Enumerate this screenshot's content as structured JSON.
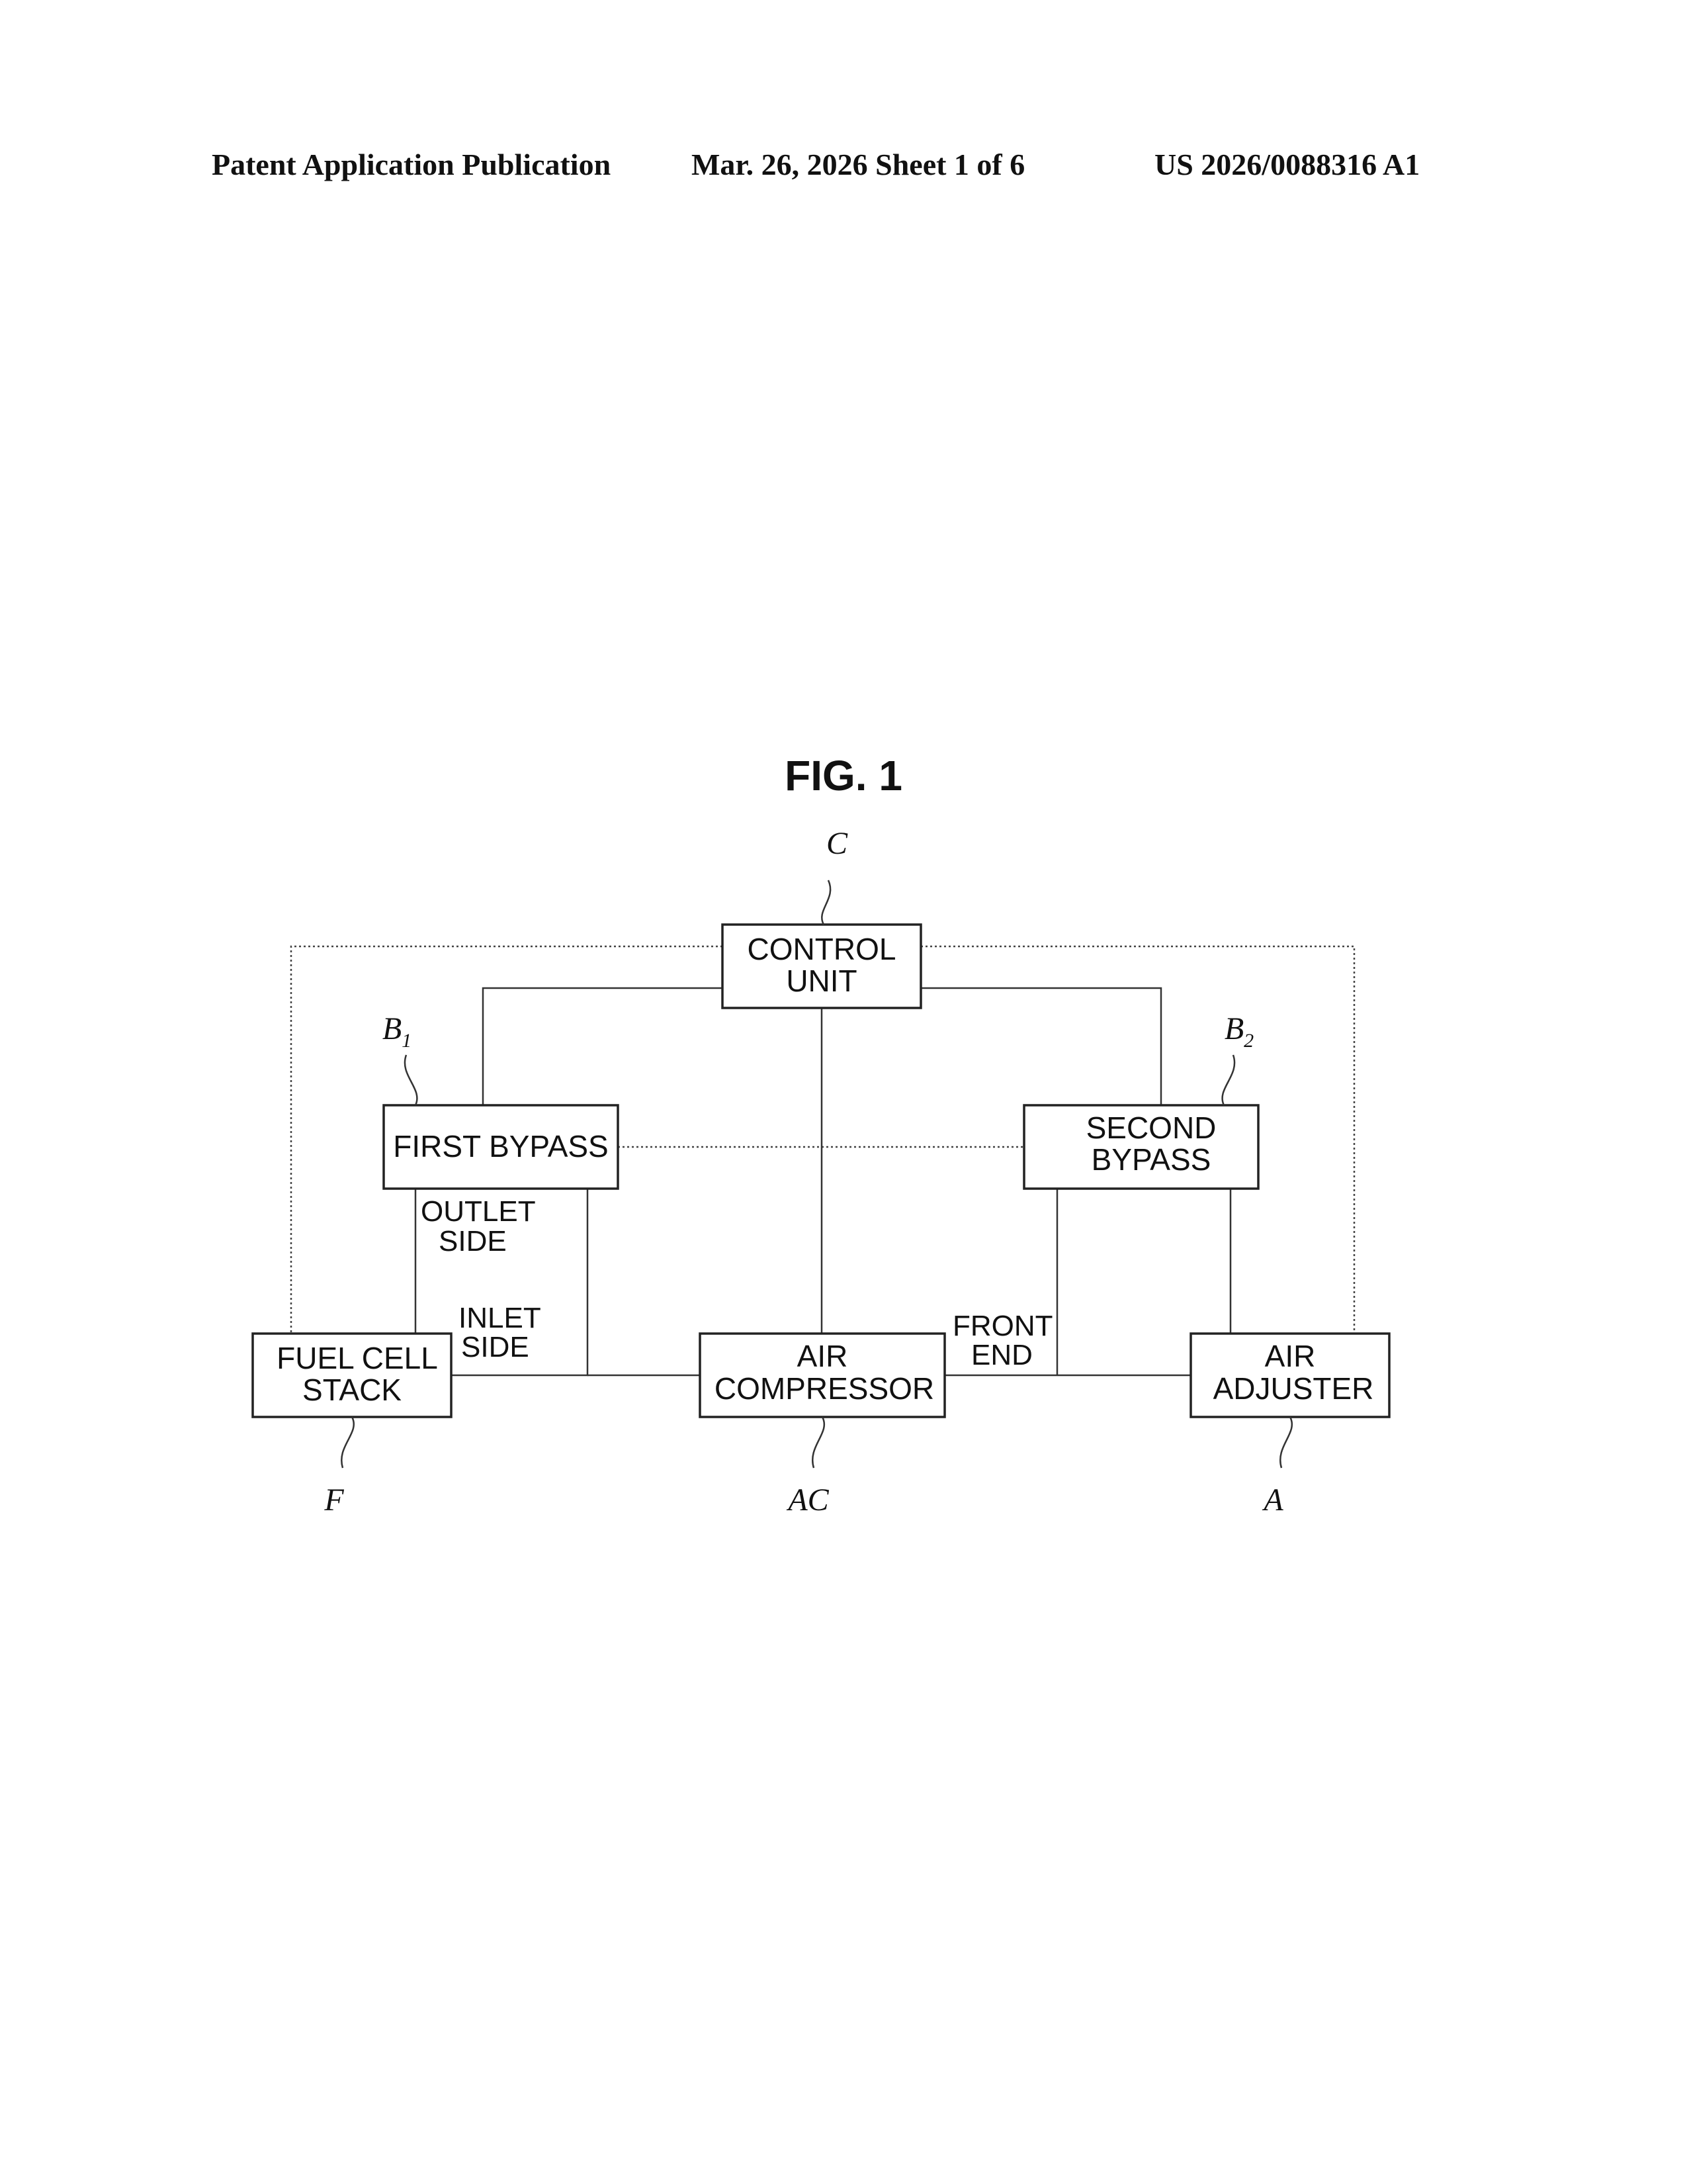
{
  "header": {
    "publication": "Patent Application Publication",
    "date_sheet": "Mar. 26, 2026  Sheet 1 of 6",
    "number": "US 2026/0088316 A1"
  },
  "figure": {
    "title": "FIG. 1",
    "blocks": {
      "control_unit": [
        "CONTROL",
        "UNIT"
      ],
      "first_bypass": [
        "FIRST BYPASS"
      ],
      "second_bypass": [
        "SECOND",
        "BYPASS"
      ],
      "fuel_cell_stack": [
        "FUEL CELL",
        "STACK"
      ],
      "air_compressor": [
        "AIR",
        "COMPRESSOR"
      ],
      "air_adjuster": [
        "AIR",
        "ADJUSTER"
      ]
    },
    "labels": {
      "outlet_side": [
        "OUTLET",
        "SIDE"
      ],
      "inlet_side": [
        "INLET",
        "SIDE"
      ],
      "front_end": [
        "FRONT",
        "END"
      ]
    },
    "refs": {
      "control_unit": "C",
      "first_bypass": "B",
      "first_bypass_sub": "1",
      "second_bypass": "B",
      "second_bypass_sub": "2",
      "fuel_cell_stack": "F",
      "air_compressor": "AC",
      "air_adjuster": "A"
    }
  }
}
